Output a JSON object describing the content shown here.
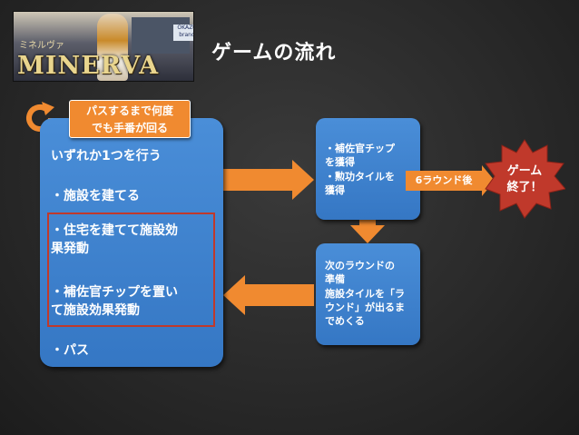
{
  "logo": {
    "kana": "ミネルヴァ",
    "wordmark": "MINERVA",
    "badge": "OKAZU brand"
  },
  "title": "ゲームの流れ",
  "loop_bubble": {
    "line1": "パスするまで何度",
    "line2": "でも手番が回る"
  },
  "main_box": {
    "intro": "いずれか1つを行う",
    "option1": "・施設を建てる",
    "option2_line1": "・住宅を建てて施設効",
    "option2_line2": "果発動",
    "option3_line1": "・補佐官チップを置い",
    "option3_line2": "て施設効果発動",
    "option4": "・パス"
  },
  "reward_box": {
    "line1": "・補佐官チップ",
    "line2": "を獲得",
    "line3": "・勲功タイルを",
    "line4": "獲得"
  },
  "after_round": "6ラウンド後",
  "game_end": {
    "line1": "ゲーム",
    "line2": "終了！"
  },
  "round_box": {
    "line1": "次のラウンドの",
    "line2": "準備",
    "line3": "施設タイルを「ラ",
    "line4": "ウンド」が出るま",
    "line5": "でめくる"
  },
  "colors": {
    "box_blue": "#3e83cf",
    "arrow_orange": "#f08a30",
    "star_red": "#c0392b",
    "highlight_red": "#c0392b"
  }
}
